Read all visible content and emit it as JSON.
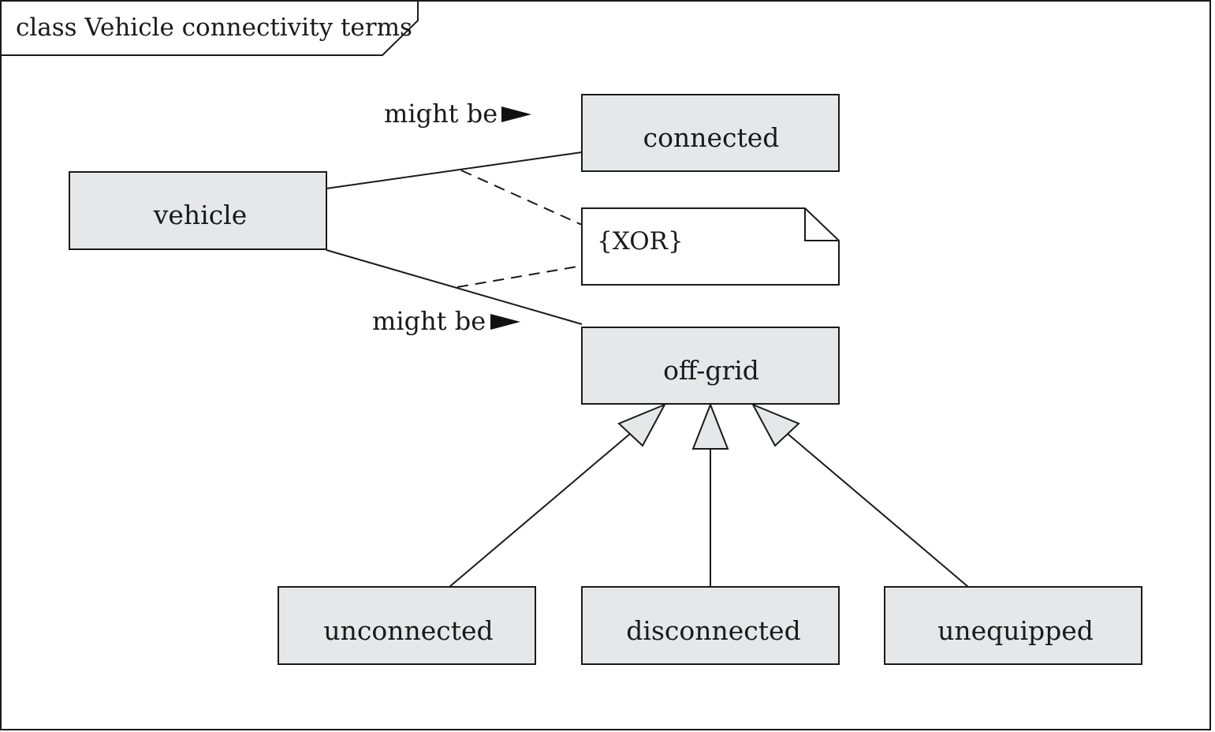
{
  "frame": {
    "title": "class Vehicle connectivity terms"
  },
  "classes": {
    "vehicle": "vehicle",
    "connected": "connected",
    "off_grid": "off-grid",
    "unconnected": "unconnected",
    "disconnected": "disconnected",
    "unequipped": "unequipped"
  },
  "associations": {
    "upper_label": "might be",
    "lower_label": "might be"
  },
  "note": {
    "text": "{XOR}"
  },
  "colors": {
    "class_fill": "#e6e7e8",
    "stroke": "#1a1a1a",
    "background": "#ffffff"
  }
}
